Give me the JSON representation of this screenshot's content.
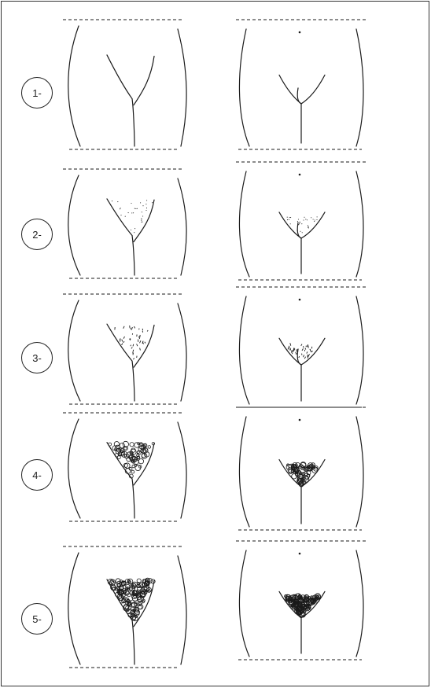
{
  "stages": [
    {
      "label": "1-",
      "hair": "none"
    },
    {
      "label": "2-",
      "hair": "sparse"
    },
    {
      "label": "3-",
      "hair": "light"
    },
    {
      "label": "4-",
      "hair": "moderate"
    },
    {
      "label": "5-",
      "hair": "dense"
    }
  ],
  "colors": {
    "line": "#1a1a1a",
    "border": "#333333",
    "background": "#ffffff"
  }
}
